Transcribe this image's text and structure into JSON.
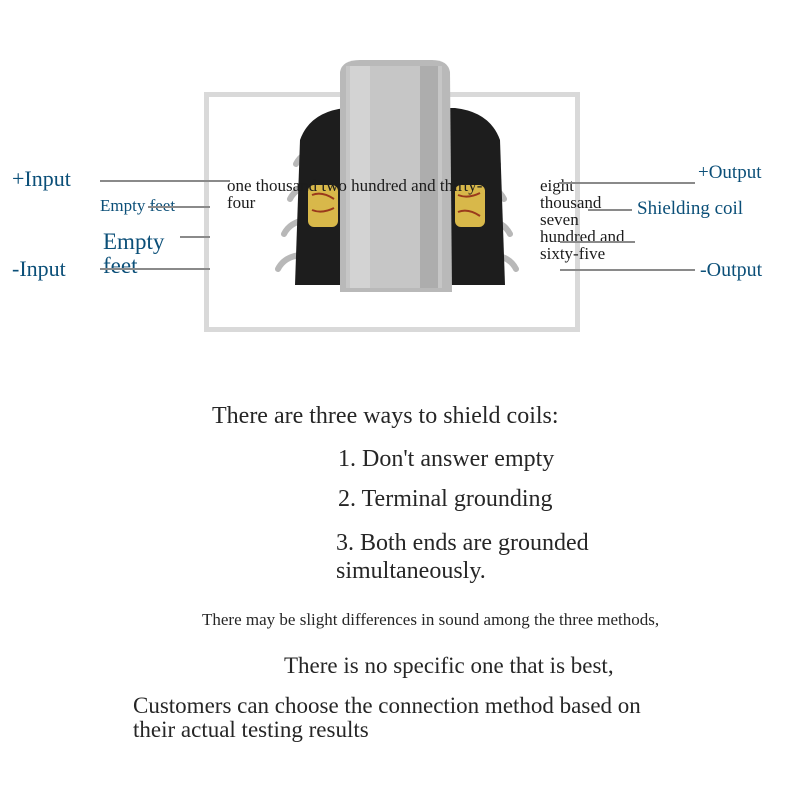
{
  "labels": {
    "plus_input": "+Input",
    "empty_feet_1": "Empty feet",
    "empty_feet_2": "Empty feet",
    "minus_input": "-Input",
    "plus_output": "+Output",
    "shielding_coil": "Shielding coil",
    "minus_output": "-Output"
  },
  "overlay_text": {
    "left_number": "one thousand two hundred and thirty-four",
    "right_number": "eight thousand seven hundred and sixty-five"
  },
  "body": {
    "intro": "There are three ways to shield coils:",
    "methods": [
      "1. Don't answer empty",
      "2. Terminal grounding",
      "3. Both ends are grounded simultaneously."
    ],
    "note": "There may be slight differences in sound among the three methods,",
    "no_best": "There is no specific one that is best,",
    "advice": "Customers can choose the connection method based on their actual testing results"
  }
}
